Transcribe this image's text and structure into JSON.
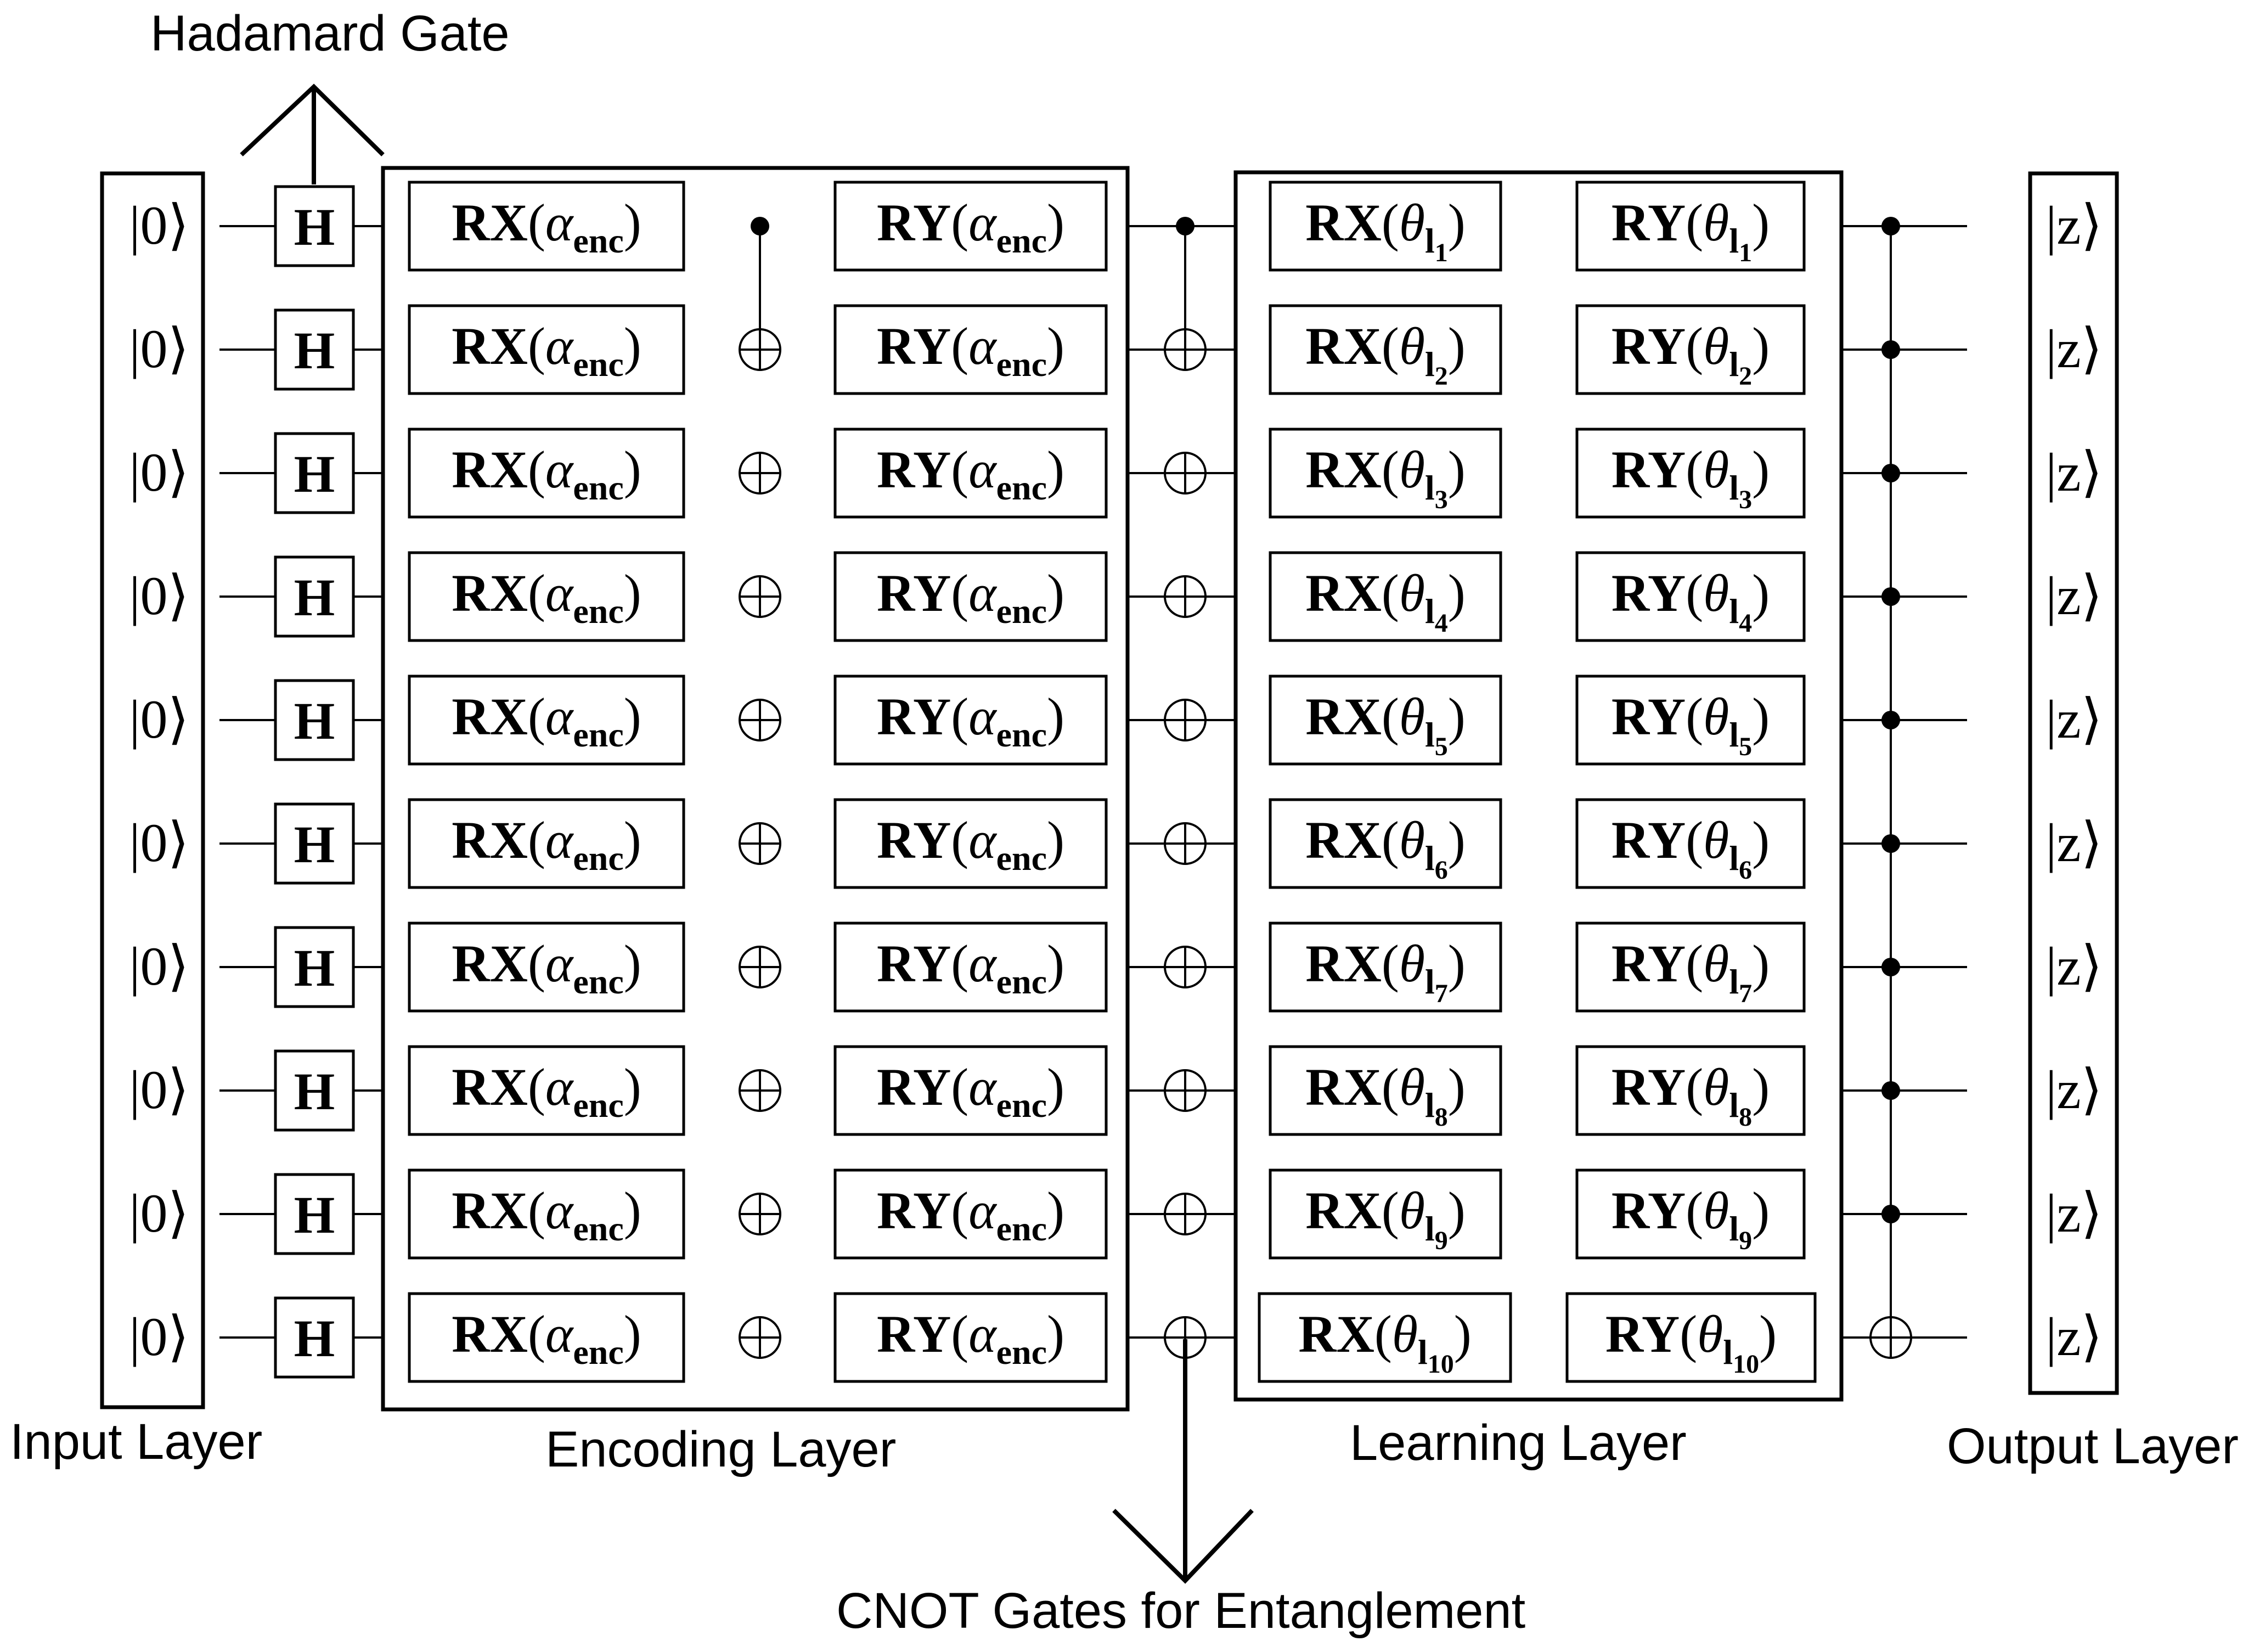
{
  "captions": {
    "hadamard": "Hadamard Gate",
    "input_layer": "Input Layer",
    "encoding_layer": "Encoding Layer",
    "learning_layer": "Learning Layer",
    "output_layer": "Output Layer",
    "cnot": "CNOT Gates for Entanglement"
  },
  "qubit_count": 10,
  "input_state": "|0⟩",
  "hadamard_label": "H",
  "encoding": {
    "rx_name": "RX",
    "ry_name": "RY",
    "param_symbol": "α",
    "param_subscript": "enc"
  },
  "learning": {
    "rx_name": "RX",
    "ry_name": "RY",
    "param_symbol": "θ",
    "param_subscript": "l",
    "indices": [
      "1",
      "2",
      "3",
      "4",
      "5",
      "6",
      "7",
      "8",
      "9",
      "10"
    ]
  },
  "output_state": "|z⟩"
}
